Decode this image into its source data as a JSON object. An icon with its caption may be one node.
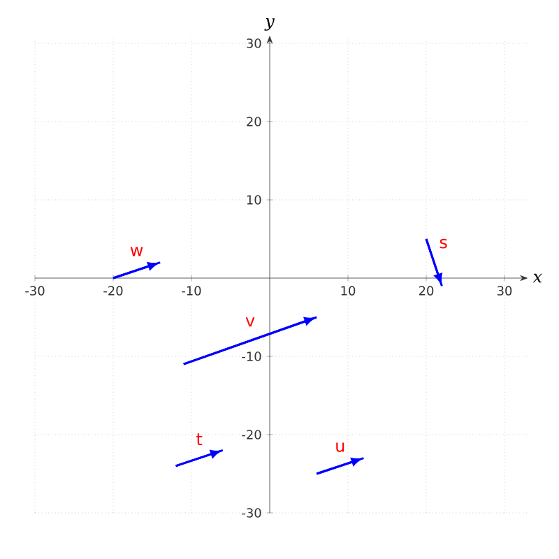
{
  "diagram": {
    "chart_data": {
      "type": "line",
      "xlabel": "x",
      "ylabel": "y",
      "grid": true,
      "xlim": [
        -30,
        33
      ],
      "ylim": [
        -30,
        31
      ],
      "xticks": [
        {
          "value": -30,
          "label": "-30"
        },
        {
          "value": -20,
          "label": "-20"
        },
        {
          "value": -10,
          "label": "-10"
        },
        {
          "value": 10,
          "label": "10"
        },
        {
          "value": 20,
          "label": "20"
        },
        {
          "value": 30,
          "label": "30"
        }
      ],
      "yticks": [
        {
          "value": -30,
          "label": "-30"
        },
        {
          "value": -20,
          "label": "-20"
        },
        {
          "value": -10,
          "label": "-10"
        },
        {
          "value": 10,
          "label": "10"
        },
        {
          "value": 20,
          "label": "20"
        },
        {
          "value": 30,
          "label": "30"
        }
      ],
      "series": [
        {
          "name": "w",
          "color": "#0000ff",
          "x": [
            -20,
            -14
          ],
          "values": [
            0,
            2
          ]
        },
        {
          "name": "v",
          "color": "#0000ff",
          "x": [
            -11,
            6
          ],
          "values": [
            -11,
            -5
          ]
        },
        {
          "name": "s",
          "color": "#0000ff",
          "x": [
            20,
            22
          ],
          "values": [
            5,
            -1
          ]
        },
        {
          "name": "t",
          "color": "#0000ff",
          "x": [
            -12,
            -6
          ],
          "values": [
            -24,
            -22
          ]
        },
        {
          "name": "u",
          "color": "#0000ff",
          "x": [
            6,
            12
          ],
          "values": [
            -25,
            -23
          ]
        }
      ]
    }
  }
}
